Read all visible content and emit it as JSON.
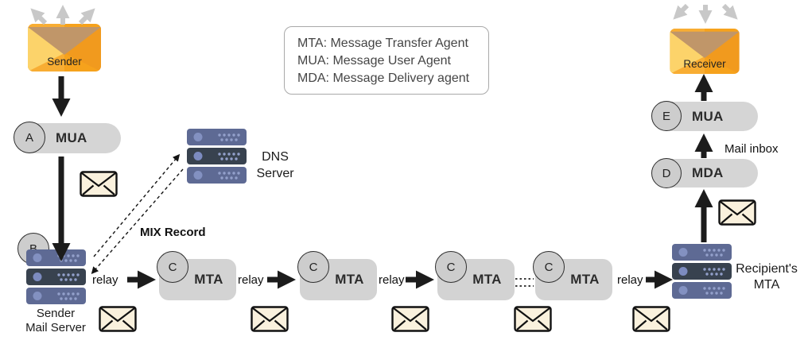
{
  "legend": {
    "lines": [
      "MTA: Message Transfer Agent",
      "MUA: Message User Agent",
      "MDA: Message Delivery agent"
    ]
  },
  "sender": {
    "label": "Sender"
  },
  "receiver": {
    "label": "Receiver"
  },
  "agents": {
    "mua_sender": {
      "badge": "A",
      "label": "MUA"
    },
    "mda": {
      "badge": "D",
      "label": "MDA"
    },
    "mua_receiver": {
      "badge": "E",
      "label": "MUA"
    }
  },
  "servers": {
    "sender_mail_server": {
      "badge": "B",
      "caption_line1": "Sender",
      "caption_line2": "Mail Server"
    },
    "dns_server": {
      "caption_line1": "DNS",
      "caption_line2": "Server"
    },
    "recipients_mta": {
      "caption_line1": "Recipient's",
      "caption_line2": "MTA"
    }
  },
  "mta_chain": [
    {
      "badge": "C",
      "label": "MTA"
    },
    {
      "badge": "C",
      "label": "MTA"
    },
    {
      "badge": "C",
      "label": "MTA"
    },
    {
      "badge": "C",
      "label": "MTA"
    }
  ],
  "annotations": {
    "mix_record": "MIX Record",
    "mail_inbox": "Mail inbox",
    "relays": [
      "relay",
      "relay",
      "relay",
      "relay"
    ]
  },
  "colors": {
    "box_gray": "#d5d5d5",
    "badge_gray": "#cdcdcd",
    "server_body": "#5e6a94",
    "server_middle": "#38424f",
    "server_dots": "#93a0cb",
    "envelope_orange": "#f6a21c",
    "envelope_flap_tan": "#c09669",
    "envelope_fold_yellow": "#fcd36a",
    "mail_cream": "#faf1dd",
    "arrow_black": "#1c1c1c",
    "arrow_gray": "#c8c8c8"
  }
}
